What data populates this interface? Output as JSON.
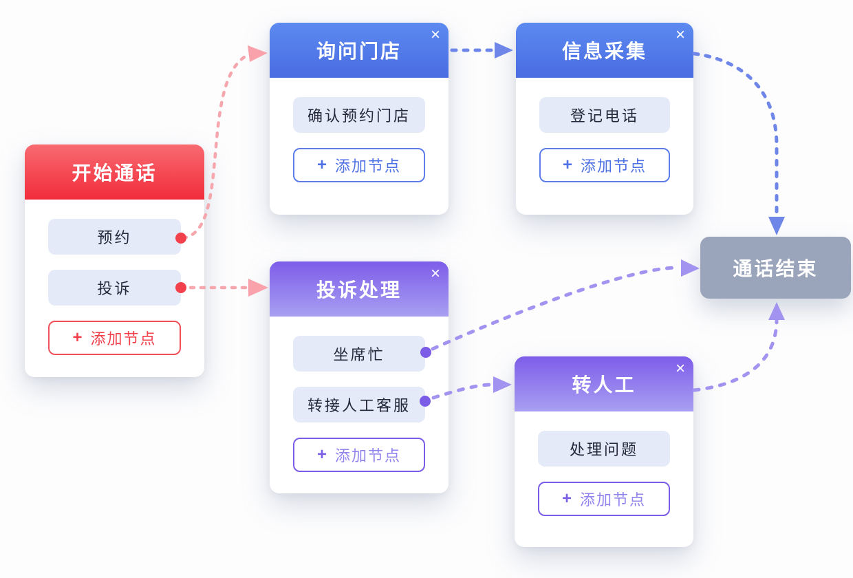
{
  "diagram": {
    "nodes": [
      {
        "id": "start-call",
        "title": "开始通话",
        "theme": "red",
        "closable": false,
        "items": [
          "预约",
          "投诉"
        ],
        "add_button": "添加节点"
      },
      {
        "id": "ask-store",
        "title": "询问门店",
        "theme": "blue",
        "closable": true,
        "items": [
          "确认预约门店"
        ],
        "add_button": "添加节点"
      },
      {
        "id": "info-collect",
        "title": "信息采集",
        "theme": "blue",
        "closable": true,
        "items": [
          "登记电话"
        ],
        "add_button": "添加节点"
      },
      {
        "id": "complaint-handle",
        "title": "投诉处理",
        "theme": "purple",
        "closable": true,
        "items": [
          "坐席忙",
          "转接人工客服"
        ],
        "add_button": "添加节点"
      },
      {
        "id": "to-human",
        "title": "转人工",
        "theme": "purple",
        "closable": true,
        "items": [
          "处理问题"
        ],
        "add_button": "添加节点"
      },
      {
        "id": "call-end",
        "title": "通话结束",
        "theme": "gray",
        "type": "terminal"
      }
    ],
    "edges": [
      {
        "from": "预约",
        "to": "询问门店",
        "style": "pink-dashed"
      },
      {
        "from": "投诉",
        "to": "投诉处理",
        "style": "pink-dashed"
      },
      {
        "from": "询问门店",
        "to": "信息采集",
        "style": "blue-dashed"
      },
      {
        "from": "信息采集",
        "to": "通话结束",
        "style": "blue-dashed"
      },
      {
        "from": "坐席忙",
        "to": "通话结束",
        "style": "purple-dashed"
      },
      {
        "from": "转接人工客服",
        "to": "转人工",
        "style": "purple-dashed"
      },
      {
        "from": "转人工",
        "to": "通话结束",
        "style": "purple-dashed"
      }
    ]
  },
  "icons": {
    "close": "×",
    "plus": "+"
  },
  "colors": {
    "red_header_top": "#f86a71",
    "red_header_bottom": "#f22c3b",
    "red_accent": "#f2414d",
    "blue_header_top": "#5c8af0",
    "blue_header_bottom": "#4a6ce2",
    "blue_accent": "#4f72e5",
    "purple_header_top": "#7d5de9",
    "purple_header_bottom": "#a89ff2",
    "purple_accent": "#7a5ce6",
    "pink_edge": "#f6a6ad",
    "blue_edge": "#6d86e8",
    "purple_edge": "#a193ef",
    "pill_bg": "#e4eaf8",
    "end_node_bg": "#9aa4ba"
  }
}
